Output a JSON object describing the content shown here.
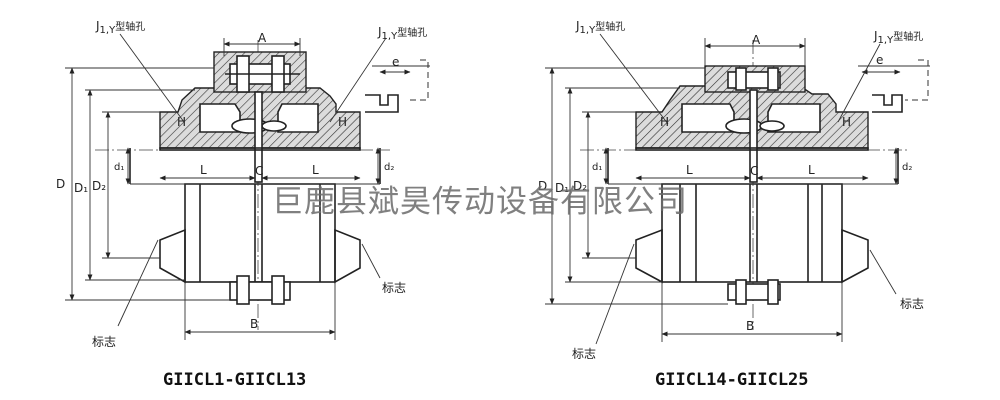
{
  "watermark": "巨鹿县斌昊传动设备有限公司",
  "drawings": [
    {
      "caption": "GIICL1-GIICL13",
      "labels": {
        "j_hole": "J",
        "j_hole_sub": "1,Y",
        "j_hole_suffix": "型轴孔",
        "A": "A",
        "B": "B",
        "C": "C",
        "D": "D",
        "D1": "D₁",
        "D2": "D₂",
        "d1": "d₁",
        "d2": "d₂",
        "L": "L",
        "H": "H",
        "e": "e",
        "mark": "标志"
      }
    },
    {
      "caption": "GIICL14-GIICL25",
      "labels": {
        "j_hole": "J",
        "j_hole_sub": "1,Y",
        "j_hole_suffix": "型轴孔",
        "A": "A",
        "B": "B",
        "C": "C",
        "D": "D",
        "D1": "D₁",
        "D2": "D₂",
        "d1": "d₁",
        "d2": "d₂",
        "L": "L",
        "H": "H",
        "e": "e",
        "mark": "标志"
      }
    }
  ]
}
